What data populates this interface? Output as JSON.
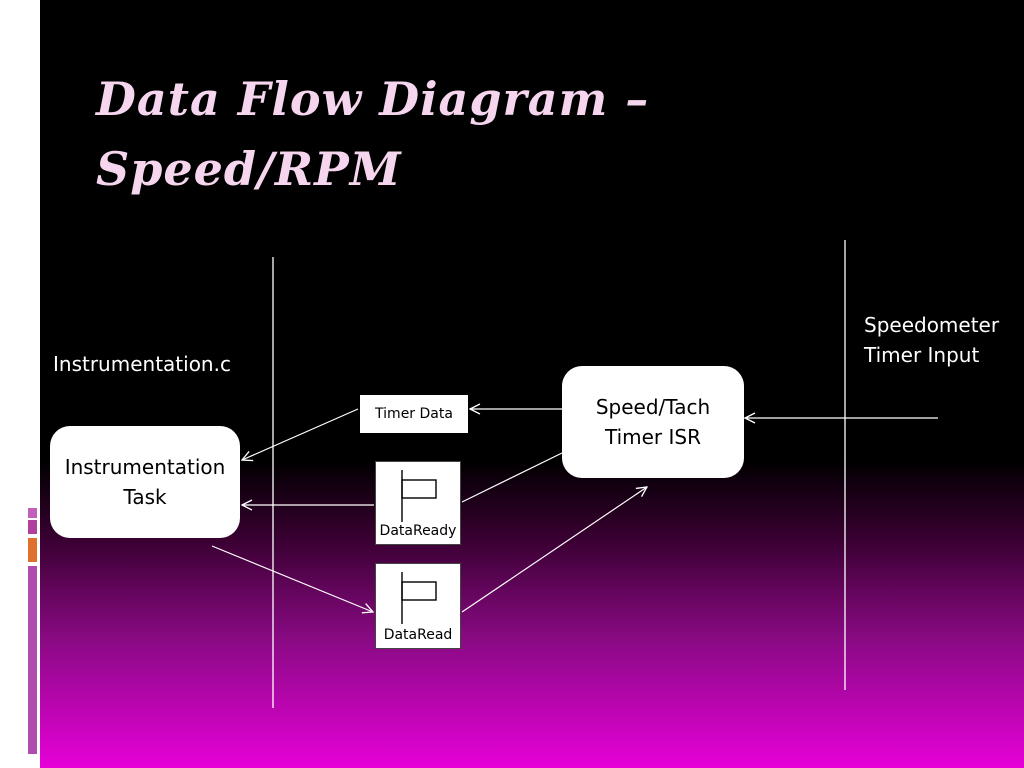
{
  "slide": {
    "title_line1": "Data Flow Diagram –",
    "title_line2": "Speed/RPM"
  },
  "diagram": {
    "module_label": "Instrumentation.c",
    "input_label_line1": "Speedometer",
    "input_label_line2": "Timer Input",
    "task_line1": "Instrumentation",
    "task_line2": "Task",
    "isr_line1": "Speed/Tach",
    "isr_line2": "Timer ISR",
    "timer_data": "Timer Data",
    "data_ready": "DataReady",
    "data_read": "DataRead"
  },
  "colors": {
    "title": "#f6d6ee",
    "background_top": "#000000",
    "background_bottom": "#e600d8",
    "accent_bars": [
      "#c060b8",
      "#b0409c",
      "#e07030",
      "#b04cb0"
    ]
  }
}
